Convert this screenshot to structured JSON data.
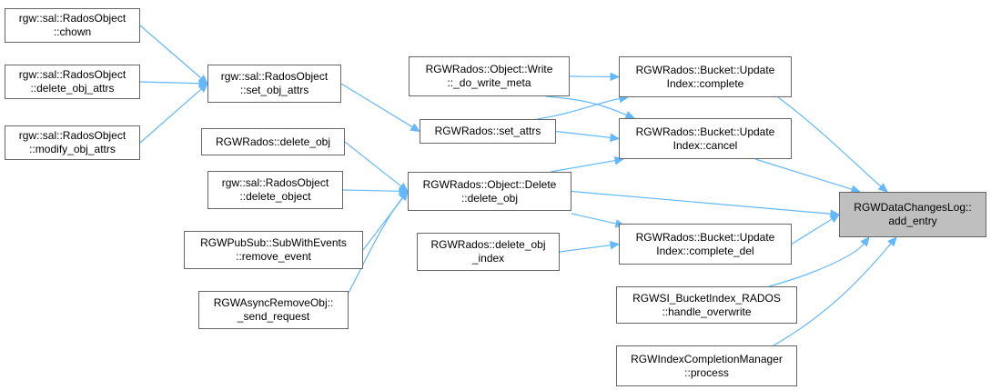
{
  "colors": {
    "edge": "#63b8ff",
    "node_border": "#666666",
    "root_fill": "#bfbfbf",
    "node_fill": "#ffffff"
  },
  "nodes": [
    {
      "id": "chown",
      "lines": [
        "rgw::sal::RadosObject",
        "::chown"
      ]
    },
    {
      "id": "delete_obj_attrs",
      "lines": [
        "rgw::sal::RadosObject",
        "::delete_obj_attrs"
      ]
    },
    {
      "id": "modify_obj_attrs",
      "lines": [
        "rgw::sal::RadosObject",
        "::modify_obj_attrs"
      ]
    },
    {
      "id": "set_obj_attrs",
      "lines": [
        "rgw::sal::RadosObject",
        "::set_obj_attrs"
      ]
    },
    {
      "id": "rados_delete_obj",
      "lines": [
        "RGWRados::delete_obj"
      ]
    },
    {
      "id": "delete_object",
      "lines": [
        "rgw::sal::RadosObject",
        "::delete_object"
      ]
    },
    {
      "id": "remove_event",
      "lines": [
        "RGWPubSub::SubWithEvents",
        "::remove_event"
      ]
    },
    {
      "id": "send_request",
      "lines": [
        "RGWAsyncRemoveObj::",
        "_send_request"
      ]
    },
    {
      "id": "do_write_meta",
      "lines": [
        "RGWRados::Object::Write",
        "::_do_write_meta"
      ]
    },
    {
      "id": "set_attrs",
      "lines": [
        "RGWRados::set_attrs"
      ]
    },
    {
      "id": "object_delete",
      "lines": [
        "RGWRados::Object::Delete",
        "::delete_obj"
      ]
    },
    {
      "id": "delete_obj_index",
      "lines": [
        "RGWRados::delete_obj",
        "_index"
      ]
    },
    {
      "id": "ui_complete",
      "lines": [
        "RGWRados::Bucket::Update",
        "Index::complete"
      ]
    },
    {
      "id": "ui_cancel",
      "lines": [
        "RGWRados::Bucket::Update",
        "Index::cancel"
      ]
    },
    {
      "id": "ui_complete_del",
      "lines": [
        "RGWRados::Bucket::Update",
        "Index::complete_del"
      ]
    },
    {
      "id": "handle_overwrite",
      "lines": [
        "RGWSI_BucketIndex_RADOS",
        "::handle_overwrite"
      ]
    },
    {
      "id": "process",
      "lines": [
        "RGWIndexCompletionManager",
        "::process"
      ]
    },
    {
      "id": "add_entry",
      "lines": [
        "RGWDataChangesLog::",
        "add_entry"
      ],
      "root": true
    }
  ],
  "edges": [
    [
      "chown",
      "set_obj_attrs"
    ],
    [
      "delete_obj_attrs",
      "set_obj_attrs"
    ],
    [
      "modify_obj_attrs",
      "set_obj_attrs"
    ],
    [
      "set_obj_attrs",
      "set_attrs"
    ],
    [
      "rados_delete_obj",
      "object_delete"
    ],
    [
      "delete_object",
      "object_delete"
    ],
    [
      "remove_event",
      "object_delete"
    ],
    [
      "send_request",
      "object_delete"
    ],
    [
      "do_write_meta",
      "ui_complete"
    ],
    [
      "set_attrs",
      "ui_complete"
    ],
    [
      "set_attrs",
      "ui_cancel"
    ],
    [
      "do_write_meta",
      "ui_cancel"
    ],
    [
      "object_delete",
      "ui_cancel"
    ],
    [
      "object_delete",
      "add_entry"
    ],
    [
      "object_delete",
      "ui_complete_del"
    ],
    [
      "delete_obj_index",
      "ui_complete_del"
    ],
    [
      "ui_complete",
      "add_entry"
    ],
    [
      "ui_cancel",
      "add_entry"
    ],
    [
      "ui_complete_del",
      "add_entry"
    ],
    [
      "handle_overwrite",
      "add_entry"
    ],
    [
      "process",
      "add_entry"
    ]
  ]
}
